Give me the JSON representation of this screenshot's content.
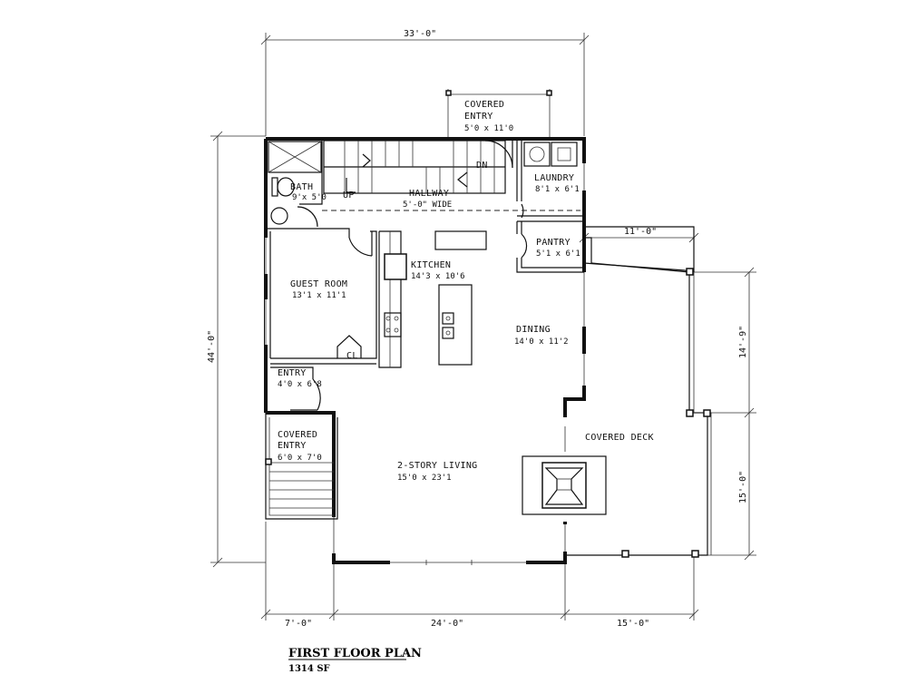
{
  "title": "FIRST FLOOR PLAN",
  "area": "1314 SF",
  "dimensions": {
    "top": "33'-0\"",
    "left": "44'-0\"",
    "bottom_left": "7'-0\"",
    "bottom_mid": "24'-0\"",
    "bottom_right": "15'-0\"",
    "deck_top": "11'-0\"",
    "right_upper": "14'-9\"",
    "right_lower": "15'-0\""
  },
  "rooms": {
    "covered_entry_top": {
      "name": "COVERED",
      "name2": "ENTRY",
      "size": "5'0 x 11'0"
    },
    "bath": {
      "name": "BATH",
      "size": "9'x 5'0"
    },
    "hallway": {
      "name": "HALLWAY",
      "size": "5'-0\" WIDE"
    },
    "laundry": {
      "name": "LAUNDRY",
      "size": "8'1 x 6'1"
    },
    "pantry": {
      "name": "PANTRY",
      "size": "5'1 x 6'1"
    },
    "guest_room": {
      "name": "GUEST ROOM",
      "size": "13'1 x 11'1"
    },
    "kitchen": {
      "name": "KITCHEN",
      "size": "14'3 x 10'6"
    },
    "dining": {
      "name": "DINING",
      "size": "14'0 x 11'2"
    },
    "closet": {
      "name": "CL"
    },
    "entry": {
      "name": "ENTRY",
      "size": "4'0 x 6'8"
    },
    "covered_entry_side": {
      "name": "COVERED",
      "name2": "ENTRY",
      "size": "6'0 x 7'0"
    },
    "living": {
      "name": "2-STORY LIVING",
      "size": "15'0 x 23'1"
    },
    "covered_deck": {
      "name": "COVERED DECK"
    }
  },
  "stairs": {
    "up": "UP",
    "down": "DN"
  }
}
